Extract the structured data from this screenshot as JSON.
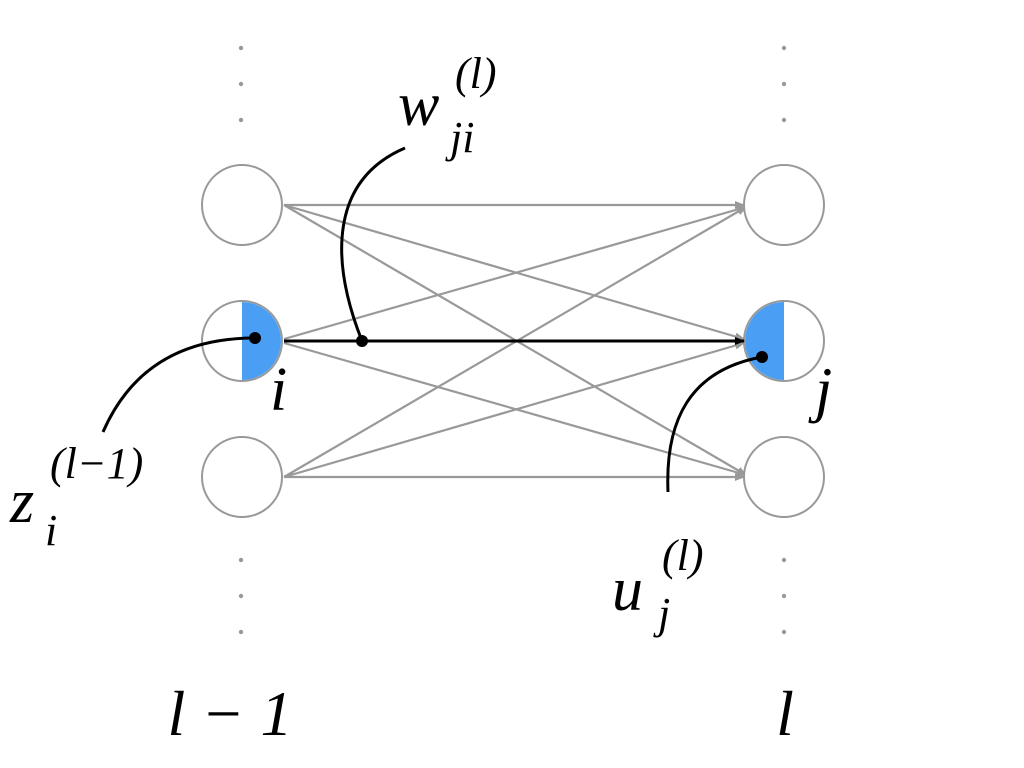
{
  "layers": {
    "left_label": "l − 1",
    "right_label": "l"
  },
  "labels": {
    "weight": {
      "base": "w",
      "sub": "ji",
      "sup": "(l)"
    },
    "output": {
      "base": "z",
      "sub": "i",
      "sup": "(l−1)"
    },
    "input": {
      "base": "u",
      "sub": "j",
      "sup": "(l)"
    },
    "node_i": "i",
    "node_j": "j"
  },
  "colors": {
    "highlight": "#4a9ff5",
    "edge": "#999999",
    "active_edge": "#000000",
    "node_stroke": "#999999",
    "dots": "#999999"
  }
}
